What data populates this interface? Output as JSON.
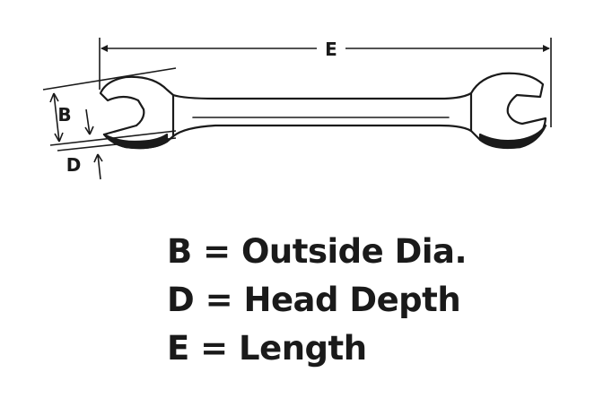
{
  "diagram": {
    "labels": {
      "b": "B",
      "d": "D",
      "e": "E"
    }
  },
  "legend": [
    {
      "text": "B = Outside Dia."
    },
    {
      "text": "D = Head Depth"
    },
    {
      "text": "E = Length"
    }
  ],
  "colors": {
    "ink": "#1a1a1a",
    "background": "#ffffff"
  }
}
